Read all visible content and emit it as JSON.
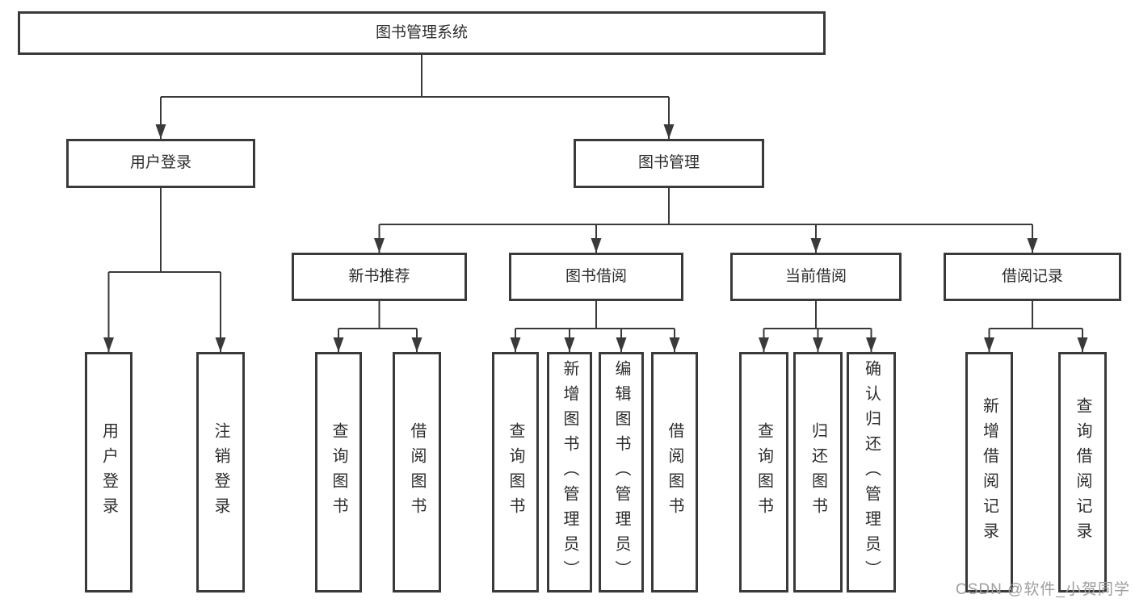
{
  "colors": {
    "line": "#3a3a3a",
    "box_border": "#3a3a3a",
    "box_fill": "#ffffff",
    "text": "#2d2d2d",
    "watermark_text": "#9e9e9e",
    "background": "#ffffff"
  },
  "tree": {
    "root": {
      "label": "图书管理系统"
    },
    "branches": [
      {
        "label": "用户登录",
        "children": [
          {
            "label": "用户登录"
          },
          {
            "label": "注销登录"
          }
        ]
      },
      {
        "label": "图书管理",
        "groups": [
          {
            "label": "新书推荐",
            "children": [
              {
                "label": "查询图书"
              },
              {
                "label": "借阅图书"
              }
            ]
          },
          {
            "label": "图书借阅",
            "children": [
              {
                "label": "查询图书"
              },
              {
                "label": "新增图书（管理员）"
              },
              {
                "label": "编辑图书（管理员）"
              },
              {
                "label": "借阅图书"
              }
            ]
          },
          {
            "label": "当前借阅",
            "children": [
              {
                "label": "查询图书"
              },
              {
                "label": "归还图书"
              },
              {
                "label": "确认归还（管理员）"
              }
            ]
          },
          {
            "label": "借阅记录",
            "children": [
              {
                "label": "新增借阅记录"
              },
              {
                "label": "查询借阅记录"
              }
            ]
          }
        ]
      }
    ]
  },
  "watermark": {
    "text": "CSDN @软件_小贺同学"
  }
}
